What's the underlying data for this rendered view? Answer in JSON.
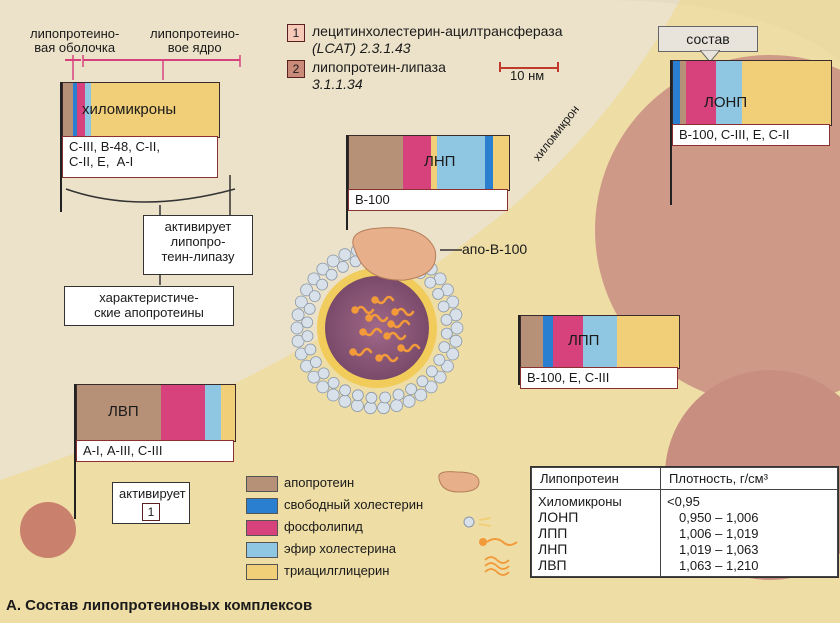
{
  "annotations": {
    "shell_label": "липопротеино-\nвая оболочка",
    "core_label": "липопротеино-\nвое ядро",
    "scale_label": "10 нм",
    "sostav_label": "состав",
    "chylomicron_arc": "хиломикрон",
    "apob_label": "апо-В-100",
    "activates_lpl": "активирует\nлипопро-\nтеин-липазу",
    "characteristic_apo": "характеристиче-\nские апопротеины",
    "activates_label": "активирует",
    "activates_num": "1"
  },
  "enzymes": [
    {
      "num": "1",
      "name": "лецитинхолестерин-ацилтрансфераза",
      "code": "(LCAT) 2.3.1.43"
    },
    {
      "num": "2",
      "name": "липопротеин-липаза",
      "code": "3.1.1.34"
    }
  ],
  "lipoproteins": {
    "chylomicrons": {
      "name": "хиломикроны",
      "apo": "С-III, В-48, С-II,\nС-II, Е,  А-I"
    },
    "vldl": {
      "name": "ЛОНП",
      "apo": "В-100, С-III, Е, С-II"
    },
    "ldl": {
      "name": "ЛНП",
      "apo": "В-100"
    },
    "idl": {
      "name": "ЛПП",
      "apo": "В-100, Е,  С-III"
    },
    "hdl": {
      "name": "ЛВП",
      "apo": "А-I, А-III, С-III"
    }
  },
  "legend": [
    {
      "label": "апопротеин",
      "color": "#b79078"
    },
    {
      "label": "свободный холестерин",
      "color": "#2a7fd0"
    },
    {
      "label": "фосфолипид",
      "color": "#d8427c"
    },
    {
      "label": "эфир холестерина",
      "color": "#8fc7e3"
    },
    {
      "label": "триацилглицерин",
      "color": "#f0cf78"
    }
  ],
  "density_table": {
    "headers": [
      "Липопротеин",
      "Плотность, г/см³"
    ],
    "rows": [
      [
        "Хиломикроны",
        "<0,95"
      ],
      [
        "ЛОНП",
        "0,950 – 1,006"
      ],
      [
        "ЛПП",
        "1,006 – 1,019"
      ],
      [
        "ЛНП",
        "1,019 – 1,063"
      ],
      [
        "ЛВП",
        "1,063 – 1,210"
      ]
    ]
  },
  "caption": "А. Состав липопротеиновых комплексов"
}
